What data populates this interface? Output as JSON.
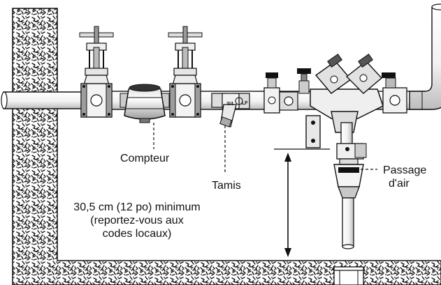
{
  "labels": {
    "meter": "Compteur",
    "strainer": "Tamis",
    "air_gap_line1": "Passage",
    "air_gap_line2": "d'air",
    "clearance_line1": "30,5 cm (12 po) minimum",
    "clearance_line2": "(reportez-vous aux",
    "clearance_line3": "codes locaux)"
  },
  "fitting_marks": {
    "size": "3/4",
    "lf": "LF"
  },
  "colors": {
    "ink": "#111111",
    "concrete_bg": "#ffffff",
    "metal_light": "#e6e6e6",
    "metal_mid": "#bdbdbd",
    "metal_dark": "#4a4a4a"
  }
}
